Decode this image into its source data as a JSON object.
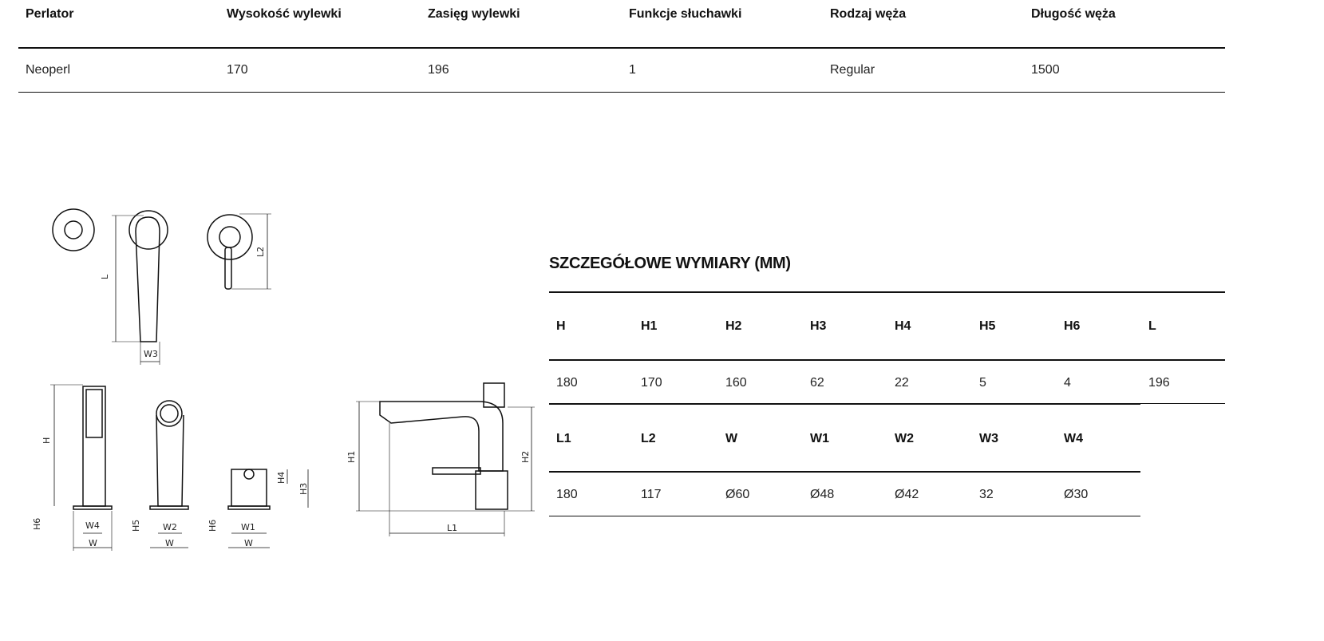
{
  "spec_table": {
    "headers": [
      "Perlator",
      "Wysokość wylewki",
      "Zasięg wylewki",
      "Funkcje słuchawki",
      "Rodzaj węża",
      "Długość węża"
    ],
    "row": [
      "Neoperl",
      "170",
      "196",
      "1",
      "Regular",
      "1500"
    ]
  },
  "dimensions": {
    "title": "SZCZEGÓŁOWE WYMIARY (MM)",
    "row1_headers": [
      "H",
      "H1",
      "H2",
      "H3",
      "H4",
      "H5",
      "H6",
      "L"
    ],
    "row1_values": [
      "180",
      "170",
      "160",
      "62",
      "22",
      "5",
      "4",
      "196"
    ],
    "row2_headers": [
      "L1",
      "L2",
      "W",
      "W1",
      "W2",
      "W3",
      "W4"
    ],
    "row2_values": [
      "180",
      "117",
      "Ø60",
      "Ø48",
      "Ø42",
      "32",
      "Ø30"
    ]
  },
  "drawing": {
    "labels": {
      "L": "L",
      "W3": "W3",
      "L2": "L2",
      "H": "H",
      "H6": "H6",
      "W4": "W4",
      "W": "W",
      "H5": "H5",
      "W2": "W2",
      "H4": "H4",
      "H3": "H3",
      "W1": "W1",
      "H1": "H1",
      "H2": "H2",
      "L1": "L1"
    }
  }
}
